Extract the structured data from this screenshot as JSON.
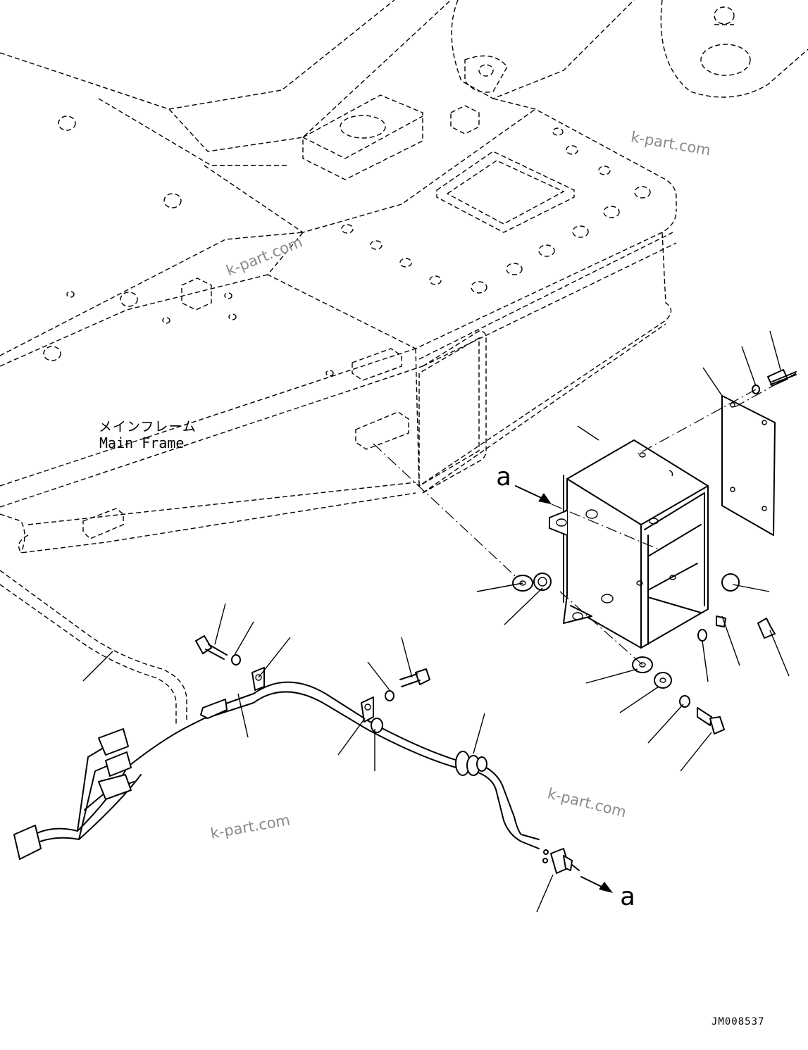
{
  "labels": {
    "main_frame_jp": "メインフレーム",
    "main_frame_en": "Main Frame",
    "view_a_top": "a",
    "view_a_bottom": "a",
    "drawing_number": "JM008537"
  },
  "watermarks": [
    "k-part.com",
    "k-part.com",
    "k-part.com",
    "k-part.com"
  ],
  "colors": {
    "line": "#000000",
    "watermark": "#8a8a8a",
    "background": "#ffffff"
  }
}
